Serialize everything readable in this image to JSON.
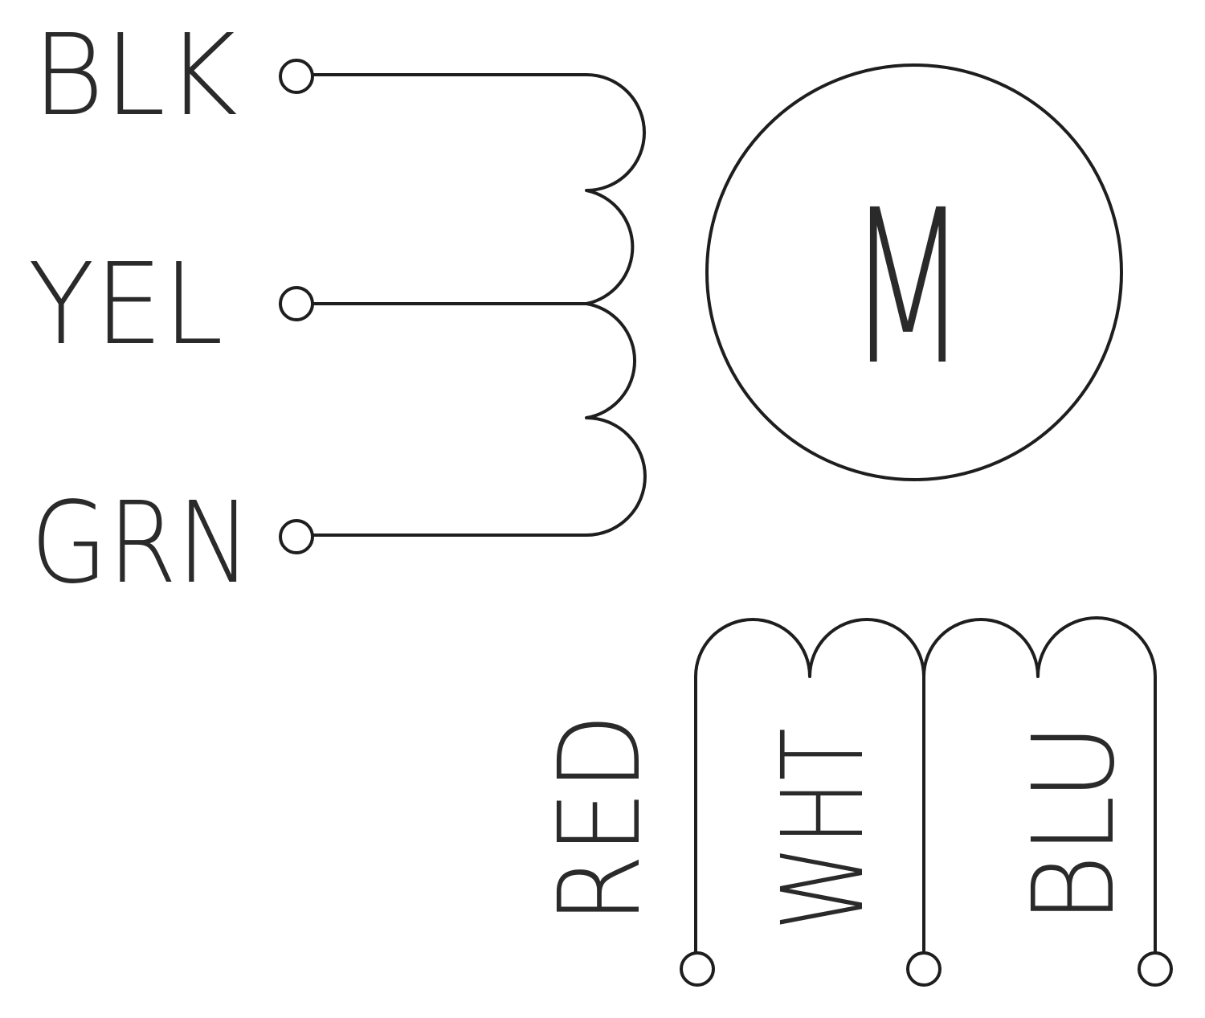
{
  "motor": {
    "symbol": "M"
  },
  "winding_a": {
    "leads": [
      {
        "label": "BLK"
      },
      {
        "label": "YEL"
      },
      {
        "label": "GRN"
      }
    ]
  },
  "winding_b": {
    "leads": [
      {
        "label": "RED"
      },
      {
        "label": "WHT"
      },
      {
        "label": "BLU"
      }
    ]
  },
  "colors": {
    "line": "#1e1e1e",
    "text": "#2a2a2a",
    "background": "#ffffff"
  }
}
